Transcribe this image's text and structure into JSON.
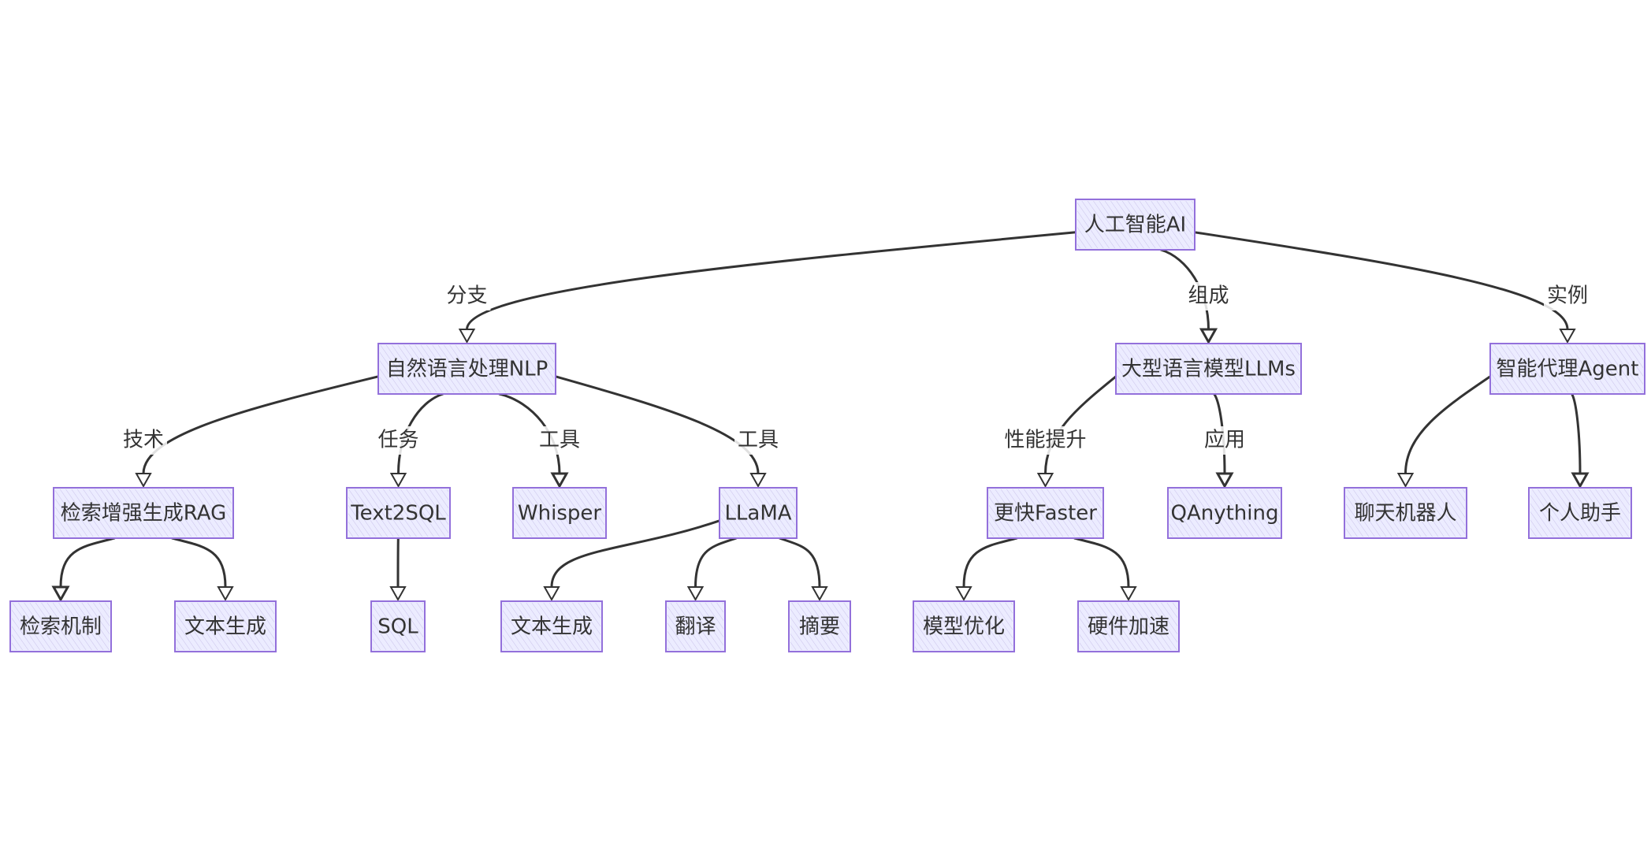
{
  "diagram": {
    "nodes": [
      {
        "id": "ai",
        "label": "人工智能AI"
      },
      {
        "id": "nlp",
        "label": "自然语言处理NLP"
      },
      {
        "id": "llms",
        "label": "大型语言模型LLMs"
      },
      {
        "id": "agent",
        "label": "智能代理Agent"
      },
      {
        "id": "rag",
        "label": "检索增强生成RAG"
      },
      {
        "id": "t2s",
        "label": "Text2SQL"
      },
      {
        "id": "whisper",
        "label": "Whisper"
      },
      {
        "id": "llama",
        "label": "LLaMA"
      },
      {
        "id": "faster",
        "label": "更快Faster"
      },
      {
        "id": "qany",
        "label": "QAnything"
      },
      {
        "id": "chatbot",
        "label": "聊天机器人"
      },
      {
        "id": "assistant",
        "label": "个人助手"
      },
      {
        "id": "retrieval",
        "label": "检索机制"
      },
      {
        "id": "textgen1",
        "label": "文本生成"
      },
      {
        "id": "sql",
        "label": "SQL"
      },
      {
        "id": "textgen2",
        "label": "文本生成"
      },
      {
        "id": "translate",
        "label": "翻译"
      },
      {
        "id": "summary",
        "label": "摘要"
      },
      {
        "id": "modelopt",
        "label": "模型优化"
      },
      {
        "id": "hwaccel",
        "label": "硬件加速"
      }
    ],
    "edges": [
      {
        "from": "ai",
        "to": "nlp",
        "label": "分支"
      },
      {
        "from": "ai",
        "to": "llms",
        "label": "组成"
      },
      {
        "from": "ai",
        "to": "agent",
        "label": "实例"
      },
      {
        "from": "nlp",
        "to": "rag",
        "label": "技术"
      },
      {
        "from": "nlp",
        "to": "t2s",
        "label": "任务"
      },
      {
        "from": "nlp",
        "to": "whisper",
        "label": "工具"
      },
      {
        "from": "nlp",
        "to": "llama",
        "label": "工具"
      },
      {
        "from": "llms",
        "to": "faster",
        "label": "性能提升"
      },
      {
        "from": "llms",
        "to": "qany",
        "label": "应用"
      },
      {
        "from": "agent",
        "to": "chatbot",
        "label": ""
      },
      {
        "from": "agent",
        "to": "assistant",
        "label": ""
      },
      {
        "from": "rag",
        "to": "retrieval",
        "label": ""
      },
      {
        "from": "rag",
        "to": "textgen1",
        "label": ""
      },
      {
        "from": "t2s",
        "to": "sql",
        "label": ""
      },
      {
        "from": "llama",
        "to": "textgen2",
        "label": ""
      },
      {
        "from": "llama",
        "to": "translate",
        "label": ""
      },
      {
        "from": "llama",
        "to": "summary",
        "label": ""
      },
      {
        "from": "faster",
        "to": "modelopt",
        "label": ""
      },
      {
        "from": "faster",
        "to": "hwaccel",
        "label": ""
      }
    ]
  },
  "colors": {
    "node_fill": "#ECECFF",
    "node_stroke": "#9370DB",
    "edge": "#333333",
    "text": "#333333"
  }
}
